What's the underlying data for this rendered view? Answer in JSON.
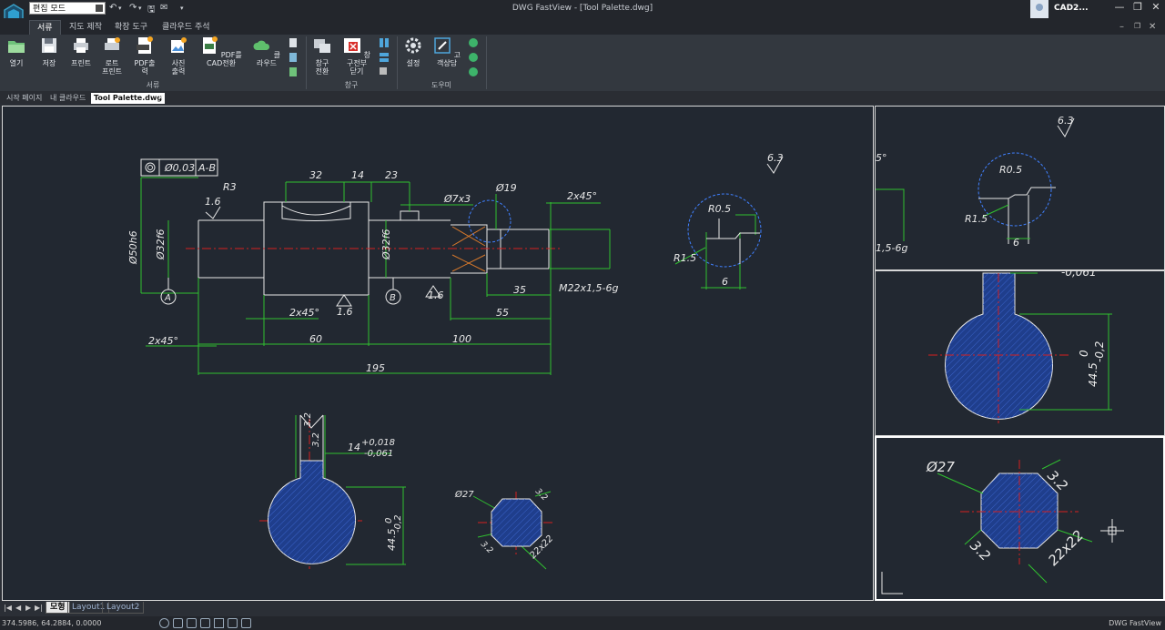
{
  "app": {
    "title": "DWG FastView - [Tool Palette.dwg]",
    "mode": "편집 모드",
    "user": "CAD2..."
  },
  "menu": {
    "tabs": [
      "서류",
      "지도 제작",
      "확장 도구",
      "클라우드 주석"
    ]
  },
  "ribbon": {
    "buttons": {
      "open": "열기",
      "save": "저장",
      "print": "프린트",
      "batch_print_1": "로트",
      "batch_print_2": "프린트",
      "pdf_out": "PDF출력",
      "photo_out_1": "사진",
      "photo_out_2": "출력",
      "pdf_to_cad": "PDF를CAD전환",
      "cloud": "클라우드",
      "window_switch_1": "창구",
      "window_switch_2": "전환",
      "close_all_1": "창구전부",
      "close_all_2": "닫기",
      "settings": "설정",
      "consult": "고객상담"
    },
    "groups": {
      "docs": "서류",
      "window": "창구",
      "help": "도우미"
    }
  },
  "doc_tabs": [
    "시작 페이지",
    "내 클라우드",
    "Tool Palette.dwg"
  ],
  "layout_tabs": [
    "모형",
    "Layout1",
    "Layout2"
  ],
  "status": {
    "coords": "374.5986, 64.2884, 0.0000",
    "brand": "DWG FastView"
  },
  "drawing": {
    "tolerance_frame": [
      "Ø0,03",
      "A-B"
    ],
    "dims": {
      "d32": "32",
      "d14": "14",
      "d23": "23",
      "r3": "R3",
      "d16a": "1.6",
      "d7x3": "Ø7x3",
      "d19": "Ø19",
      "d2x45a": "2x45°",
      "d50": "Ø50h6",
      "d32f6a": "Ø32f6",
      "d32f6b": "Ø32f6",
      "m22": "M22x1,5-6g",
      "d35": "35",
      "d2x45b": "2x45°",
      "d16b": "1.6",
      "d16c": "1.6",
      "d55": "55",
      "d2x45c": "2x45°",
      "d60": "60",
      "d100": "100",
      "d195": "195",
      "datumA": "A",
      "datumB": "B",
      "r05a": "R0.5",
      "r15a": "R1.5",
      "d6a": "6",
      "rough63a": "6.3",
      "rough32a": "3.2",
      "rough32b": "3.2",
      "d14tol": "14",
      "tol_plus": "+0,018",
      "tol_minus": "-0,061",
      "d445a": "44.5",
      "tol0a": "0",
      "tol02a": "-0,2",
      "d27a": "Ø27",
      "d32c": "3.2",
      "d32d": "3.2",
      "d22a": "22x22",
      "rough63b": "6.3",
      "r05b": "R0.5",
      "r15b": "R1.5",
      "d6b": "6",
      "deg5": "5°",
      "g156": "1,5-6g",
      "tol061": "-0,061",
      "tol0b": "0",
      "tol02b": "-0,2",
      "d445b": "44.5",
      "d27b": "Ø27",
      "d32e": "3.2",
      "d32f": "3.2",
      "d22b": "22x22"
    }
  }
}
